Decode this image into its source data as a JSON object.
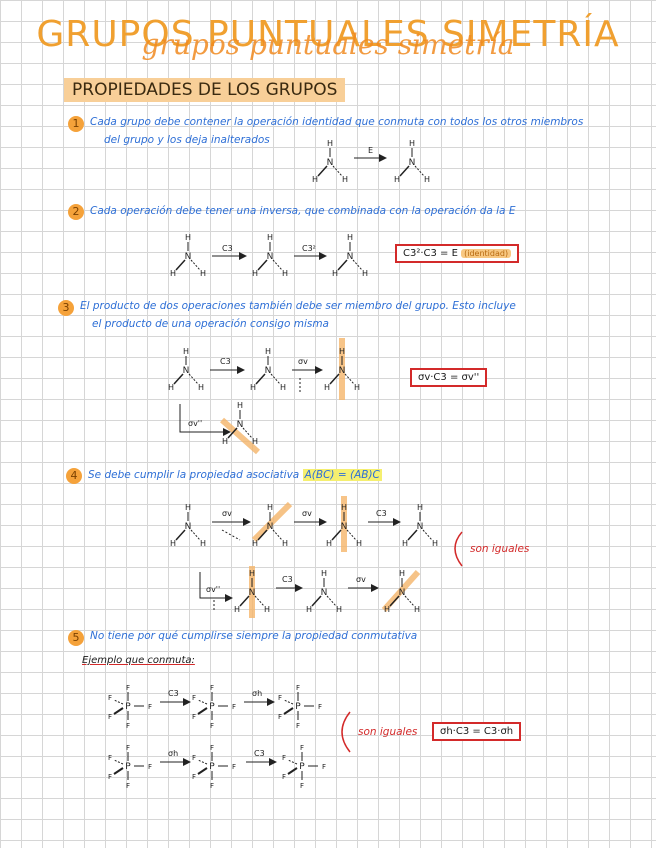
{
  "header": {
    "title": "GRUPOS PUNTUALES SIMETRÍA",
    "title_script": "grupos puntuales simetría",
    "subtitle": "PROPIEDADES DE LOS GRUPOS"
  },
  "items": [
    {
      "num": "1",
      "line1": "Cada grupo debe contener la operación identidad que conmuta con todos los otros miembros",
      "line2": "del grupo y los deja inalterados"
    },
    {
      "num": "2",
      "line1": "Cada operación debe tener una inversa, que combinada con la operación da la E"
    },
    {
      "num": "3",
      "line1": "El producto de dos operaciones también debe ser miembro del grupo. Esto incluye",
      "line2": "el producto de una operación consigo misma"
    },
    {
      "num": "4",
      "line1": "Se debe cumplir la propiedad asociativa",
      "highlight": "A(BC) = (AB)C"
    },
    {
      "num": "5",
      "line1": "No tiene por qué cumplirse siempre la propiedad conmutativa",
      "example": "Ejemplo que conmuta:"
    }
  ],
  "boxes": {
    "inverse": "C3²·C3 = E",
    "inverse_tag": "(identidad)",
    "product": "σv·C3 = σv''",
    "commute": "σh·C3 = C3·σh"
  },
  "notes": {
    "son_iguales_1": "son iguales",
    "son_iguales_2": "son iguales"
  },
  "ops": {
    "E": "E",
    "C3": "C3",
    "C3sq": "C3²",
    "sv": "σv",
    "svpp": "σv''",
    "sh": "σh"
  },
  "colors": {
    "blue": "#2e6fd6",
    "orange": "#f5a23a",
    "red": "#d32a2a"
  }
}
